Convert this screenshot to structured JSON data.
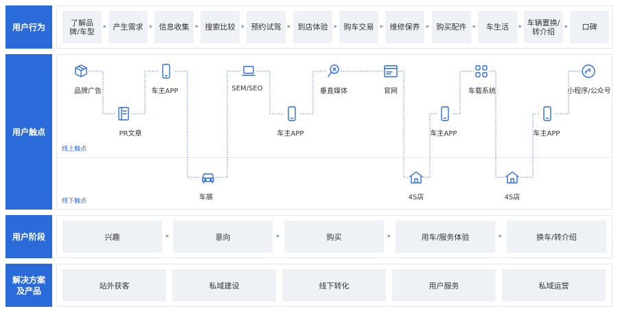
{
  "rows": {
    "behavior": "用户行为",
    "touchpoints": "用户触点",
    "stages": "用户阶段",
    "solutions": "解决方案\n及产品"
  },
  "behaviors": [
    "了解品\n牌/车型",
    "产生需求",
    "信息收集",
    "搜索比较",
    "预约试驾",
    "到店体验",
    "购车交易",
    "维修保养",
    "购买配件",
    "车生活",
    "车辆置换/\n转介绍",
    "口碑"
  ],
  "touchpoints": {
    "online_label": "线上触点",
    "offline_label": "线下触点",
    "items": [
      {
        "label": "品牌广告",
        "icon": "box-icon"
      },
      {
        "label": "PR文章",
        "icon": "document-icon"
      },
      {
        "label": "车主APP",
        "icon": "phone-icon"
      },
      {
        "label": "车展",
        "icon": "car-icon"
      },
      {
        "label": "SEM/SEO",
        "icon": "laptop-icon"
      },
      {
        "label": "车主APP",
        "icon": "phone-icon"
      },
      {
        "label": "垂直媒体",
        "icon": "magnifier-icon"
      },
      {
        "label": "官网",
        "icon": "browser-icon"
      },
      {
        "label": "4S店",
        "icon": "store-icon"
      },
      {
        "label": "车主APP",
        "icon": "phone-icon"
      },
      {
        "label": "车载系统",
        "icon": "grid-icon"
      },
      {
        "label": "4S店",
        "icon": "store-icon"
      },
      {
        "label": "车主APP",
        "icon": "phone-icon"
      },
      {
        "label": "小程序/公众号",
        "icon": "miniprogram-icon"
      }
    ]
  },
  "stages": [
    "兴趣",
    "意向",
    "购买",
    "用车/服务体验",
    "换车/转介绍"
  ],
  "solutions": [
    "站外获客",
    "私域建设",
    "线下转化",
    "用户服务",
    "私域运营"
  ],
  "colors": {
    "accent": "#2a6ad9",
    "box": "#eef1f5",
    "line": "#4a7fd9"
  }
}
